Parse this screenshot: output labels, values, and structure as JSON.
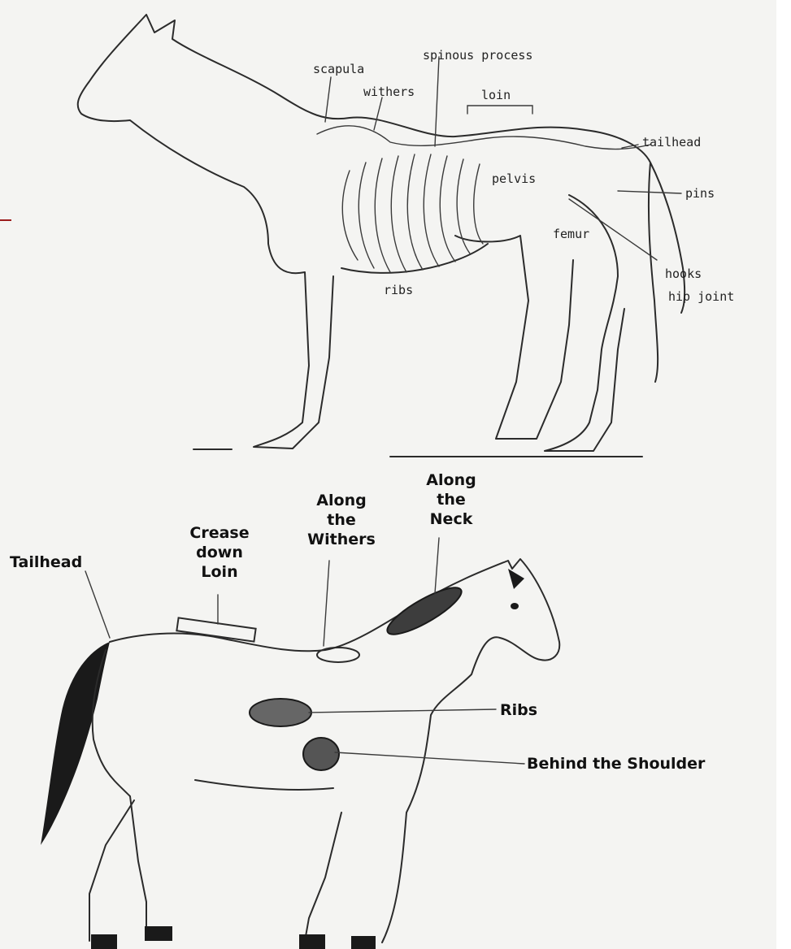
{
  "skeleton_diagram": {
    "labels": {
      "spinous_process": "spinous process",
      "scapula": "scapula",
      "withers": "withers",
      "loin": "loin",
      "tailhead": "tailhead",
      "pelvis": "pelvis",
      "pins": "pins",
      "femur": "femur",
      "hooks": "hooks",
      "hip_joint": "hip joint",
      "ribs": "ribs"
    }
  },
  "fat_deposit_diagram": {
    "labels": {
      "tailhead": "Tailhead",
      "crease_line1": "Crease",
      "crease_line2": "down",
      "crease_line3": "Loin",
      "withers_line1": "Along",
      "withers_line2": "the",
      "withers_line3": "Withers",
      "neck_line1": "Along",
      "neck_line2": "the",
      "neck_line3": "Neck",
      "ribs": "Ribs",
      "behind_shoulder": "Behind the Shoulder"
    }
  }
}
